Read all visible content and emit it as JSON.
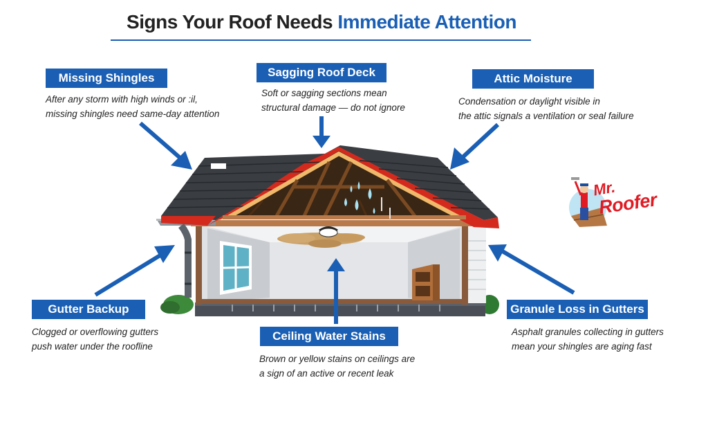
{
  "title": {
    "main": "Signs Your Roof Needs",
    "accent": "Immediate Attention"
  },
  "colors": {
    "accent_blue": "#1a5fb4",
    "title_dark": "#222222",
    "roof_red": "#d42a1e",
    "shingle_dark": "#3a3d42",
    "logo_red": "#e01b24"
  },
  "callouts": [
    {
      "id": "missing-shingles",
      "label": "Missing Shingles",
      "lines": [
        "After any storm with high winds or :il,",
        "missing shingles need same-day attention"
      ]
    },
    {
      "id": "sagging-roof-deck",
      "label": "Sagging Roof Deck",
      "lines": [
        "Soft or sagging sections mean",
        "structural damage — do not ignore"
      ]
    },
    {
      "id": "attic-moisture",
      "label": "Attic Moisture",
      "lines": [
        "Condensation or daylight visible in",
        "the attic signals a ventilation or seal failure"
      ]
    },
    {
      "id": "gutter-backup",
      "label": "Gutter Backup",
      "lines": [
        "Clogged or overflowing gutters",
        "push water under the roofline"
      ]
    },
    {
      "id": "ceiling-water-stains",
      "label": "Ceiling Water Stains",
      "lines": [
        "Brown or yellow stains on ceilings are",
        "a sign of an active or recent leak"
      ]
    },
    {
      "id": "granule-loss",
      "label": "Granule Loss in Gutters",
      "lines": [
        "Asphalt granules collecting in gutters",
        "mean your shingles are aging fast"
      ]
    }
  ],
  "logo": {
    "line1": "Mr.",
    "line2": "Roofer",
    "icon": "roofer-mascot-icon"
  },
  "illustration": {
    "subject": "house-cutaway-icon",
    "elements": [
      "shingle-roof",
      "exposed-attic-rafters",
      "water-drops",
      "ceiling-stain",
      "ceiling-light",
      "window",
      "bookshelf",
      "gutter",
      "downspout",
      "shrubs",
      "foundation"
    ]
  }
}
